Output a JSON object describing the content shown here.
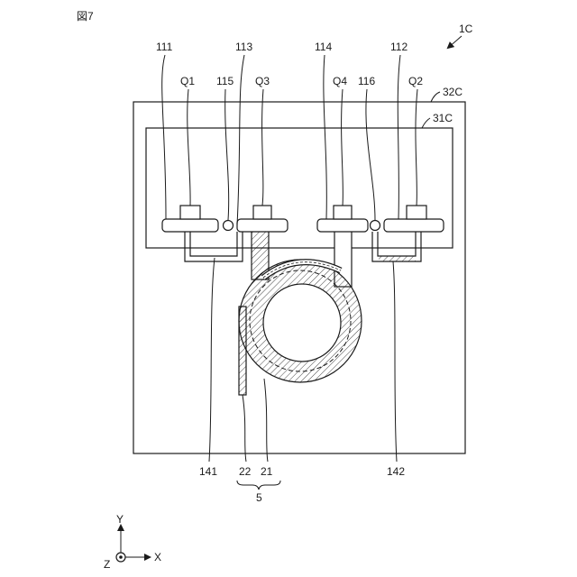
{
  "figure": {
    "title": "図7",
    "assembly_label": "1C"
  },
  "labels": {
    "outer_box": "32C",
    "inner_box": "31C",
    "l111": "111",
    "l113": "113",
    "l114": "114",
    "l112": "112",
    "q1": "Q1",
    "q3": "Q3",
    "q4": "Q4",
    "q2": "Q2",
    "l115": "115",
    "l116": "116",
    "l141": "141",
    "l142": "142",
    "l22": "22",
    "l21": "21",
    "l5": "5"
  },
  "axes": {
    "y": "Y",
    "x": "X",
    "z": "Z"
  }
}
